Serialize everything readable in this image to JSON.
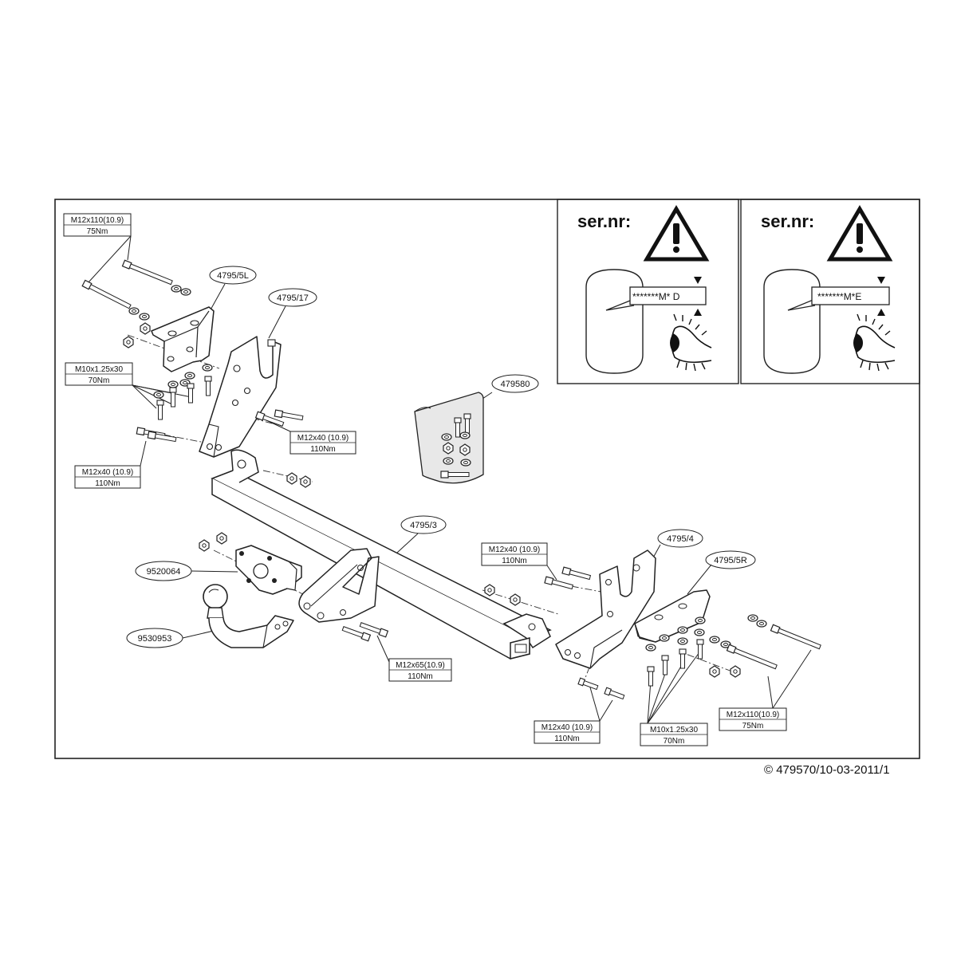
{
  "warning_panels": [
    {
      "title": "ser.nr:",
      "code": "*******M* D"
    },
    {
      "title": "ser.nr:",
      "code": "*******M*E"
    }
  ],
  "part_labels": {
    "bracket_left": "4795/5L",
    "plate_left": "4795/17",
    "kit": "479580",
    "crossbar": "4795/3",
    "plate_right": "4795/4",
    "bracket_right": "4795/5R",
    "socket_plate": "9520064",
    "towball": "9530953"
  },
  "bolt_specs": {
    "top_left": {
      "size": "M12x110(10.9)",
      "torque": "75Nm"
    },
    "mid_left": {
      "size": "M10x1.25x30",
      "torque": "70Nm"
    },
    "lower_left": {
      "size": "M12x40 (10.9)",
      "torque": "110Nm"
    },
    "center_left": {
      "size": "M12x40 (10.9)",
      "torque": "110Nm"
    },
    "ball_bolts": {
      "size": "M12x65(10.9)",
      "torque": "110Nm"
    },
    "center_right": {
      "size": "M12x40 (10.9)",
      "torque": "110Nm"
    },
    "bottom_right_a": {
      "size": "M12x40 (10.9)",
      "torque": "110Nm"
    },
    "bottom_right_b": {
      "size": "M10x1.25x30",
      "torque": "70Nm"
    },
    "bottom_right_c": {
      "size": "M12x110(10.9)",
      "torque": "75Nm"
    }
  },
  "copyright": "© 479570/10-03-2011/1"
}
